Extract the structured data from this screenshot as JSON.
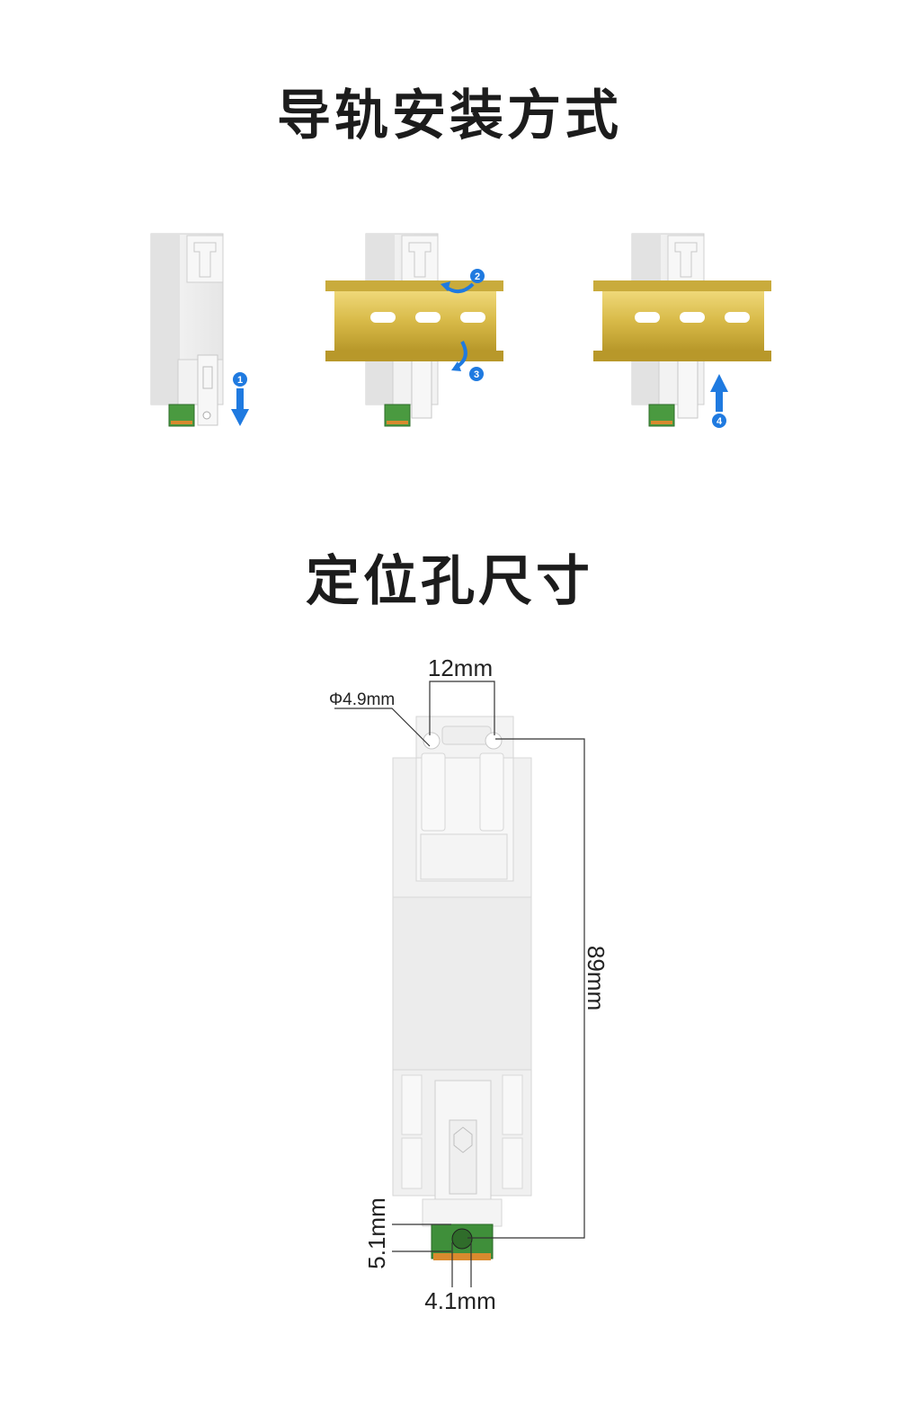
{
  "install_section": {
    "title": "导轨安装方式",
    "steps": [
      {
        "number": "1",
        "direction": "down"
      },
      {
        "number": "2",
        "direction": "rotate"
      },
      {
        "number": "3",
        "direction": "rotate"
      },
      {
        "number": "4",
        "direction": "up"
      }
    ]
  },
  "holes_section": {
    "title": "定位孔尺寸",
    "dimensions": {
      "hole_spacing": "12mm",
      "hole_diameter": "Φ4.9mm",
      "length": "89mm",
      "bottom_hole_height": "5.1mm",
      "bottom_hole_width": "4.1mm"
    }
  },
  "colors": {
    "arrow_blue": "#1f7ae0",
    "rail_gold": "#d4b84a",
    "terminal_green": "#3f8f3a",
    "housing": "#ececec"
  }
}
